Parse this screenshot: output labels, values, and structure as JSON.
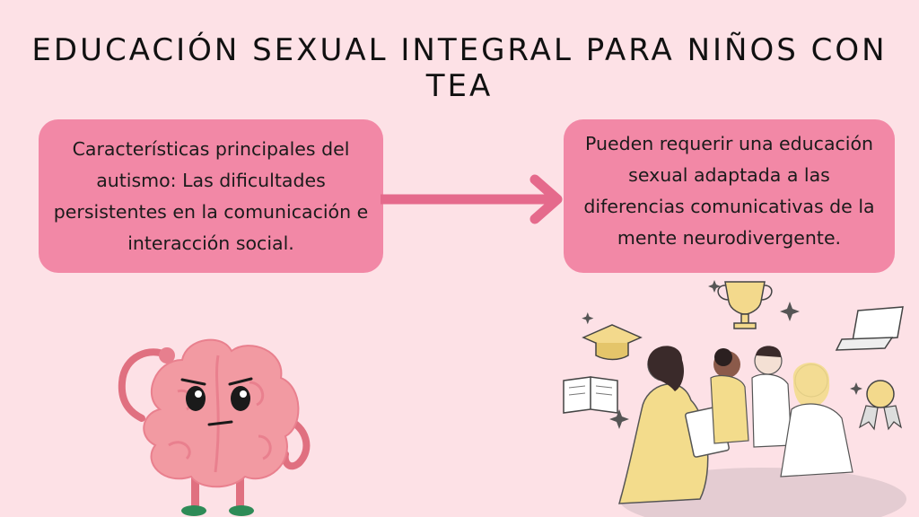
{
  "title": "EDUCACIÓN SEXUAL INTEGRAL PARA NIÑOS CON TEA",
  "left_box": "Características principales del autismo: Las dificultades persistentes en la comunicación e interacción social.",
  "right_box": "Pueden requerir una educación sexual adaptada a las diferencias comunicativas de la mente neurodivergente.",
  "icons": [
    "thinking-brain-illustration",
    "arrow-right-icon",
    "teacher-and-children-illustration",
    "trophy-icon",
    "graduation-cap-icon",
    "book-icon",
    "laptop-icon",
    "award-ribbon-icon",
    "sparkle-icon"
  ],
  "colors": {
    "background": "#fde1e6",
    "box": "#f288a6",
    "arrow": "#e56a8c",
    "brain": "#f29aa2"
  }
}
